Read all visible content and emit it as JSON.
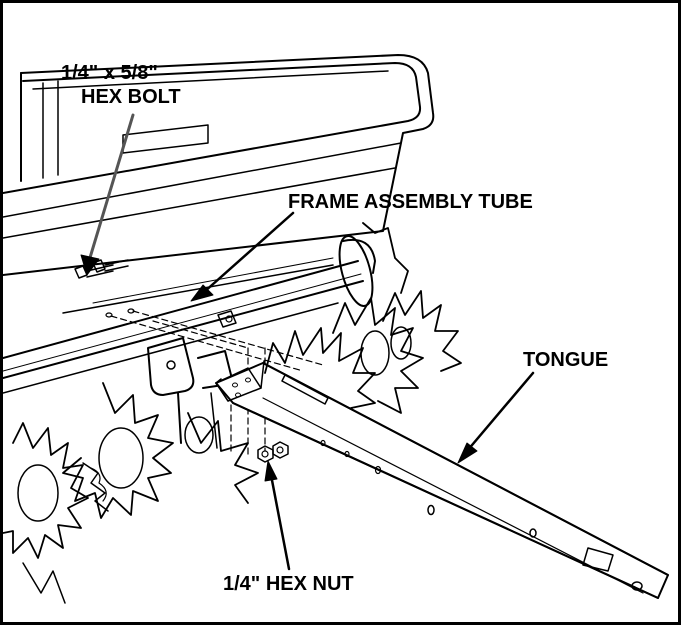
{
  "callouts": {
    "hex_bolt": {
      "line1": "1/4\" x 5/8\"",
      "line2": "HEX BOLT"
    },
    "frame_tube": "FRAME ASSEMBLY TUBE",
    "tongue": "TONGUE",
    "hex_nut": "1/4\" HEX NUT"
  },
  "colors": {
    "ink": "#000000",
    "paper": "#ffffff",
    "leader": "#555555"
  }
}
